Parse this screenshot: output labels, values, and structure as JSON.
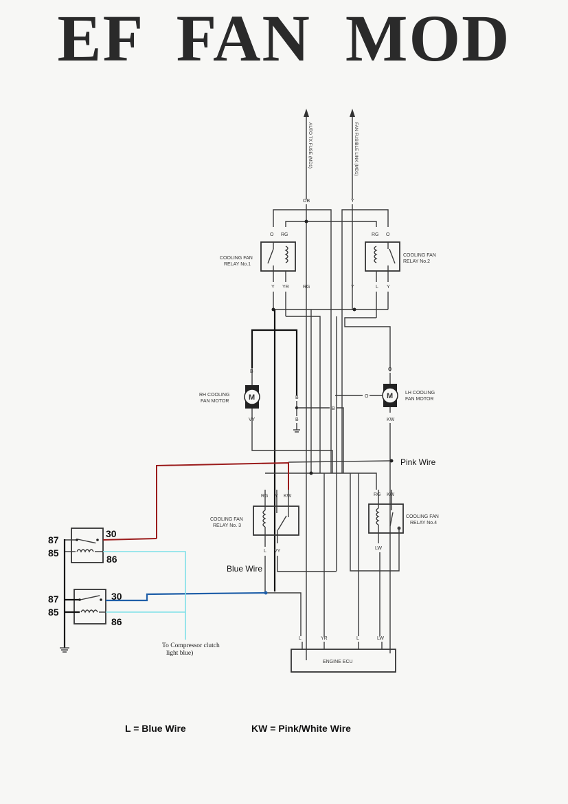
{
  "title": "EF FAN MOD",
  "colors": {
    "red_wire": "#9b1c1c",
    "blue_wire": "#1f5fa8",
    "light_blue_wire": "#7fe0e8",
    "black_wire": "#111111",
    "line": "#3a3a3a"
  },
  "top_feeds": [
    {
      "label": "AUTO TX FUSE (MD1)",
      "terminal": "OB"
    },
    {
      "label": "FAN FUSIBLE LINK (MD1)",
      "terminal": "Y"
    }
  ],
  "relays": [
    {
      "name": "COOLING FAN",
      "sub": "RELAY No.1",
      "top_terminals": [
        "O",
        "RG"
      ],
      "bottom_terminals": [
        "Y",
        "YR"
      ]
    },
    {
      "name": "COOLING FAN",
      "sub": "RELAY No.2",
      "top_terminals": [
        "RG",
        "O"
      ],
      "bottom_terminals": [
        "L",
        "Y"
      ]
    },
    {
      "name": "COOLING FAN",
      "sub": "RELAY No. 3",
      "top_terminals": [
        "RG",
        "Y",
        "KW"
      ],
      "bottom_terminals": [
        "L",
        "VY"
      ]
    },
    {
      "name": "COOLING FAN",
      "sub": "RELAY No.4",
      "top_terminals": [
        "RG",
        "KW"
      ],
      "bottom_terminals": [
        "LW"
      ]
    }
  ],
  "wire_labels": {
    "rg_mid": "RG",
    "relay2_y": "Y",
    "b_mid": "B",
    "b_branch": "B",
    "b_ground": "B",
    "lh_o": "O"
  },
  "motors": [
    {
      "name": "RH COOLING",
      "sub": "FAN MOTOR",
      "glyph": "M",
      "top": "B",
      "bottom": "VY"
    },
    {
      "name": "LH COOLING",
      "sub": "FAN MOTOR",
      "glyph": "M",
      "top": "O",
      "bottom": "KW"
    }
  ],
  "ecu": {
    "label": "ENGINE ECU",
    "terminals": [
      "L",
      "YR",
      "L",
      "LW"
    ]
  },
  "annotations": {
    "pink_wire": "Pink Wire",
    "blue_wire": "Blue Wire",
    "compressor_line1": "To Compressor clutch",
    "compressor_line2": "light blue)"
  },
  "aux_relays": [
    {
      "pins": {
        "p87": "87",
        "p85": "85",
        "p30": "30",
        "p86": "86"
      }
    },
    {
      "pins": {
        "p87": "87",
        "p85": "85",
        "p30": "30",
        "p86": "86"
      }
    }
  ],
  "legend": {
    "l": "L = Blue  Wire",
    "kw": "KW = Pink/White  Wire"
  }
}
